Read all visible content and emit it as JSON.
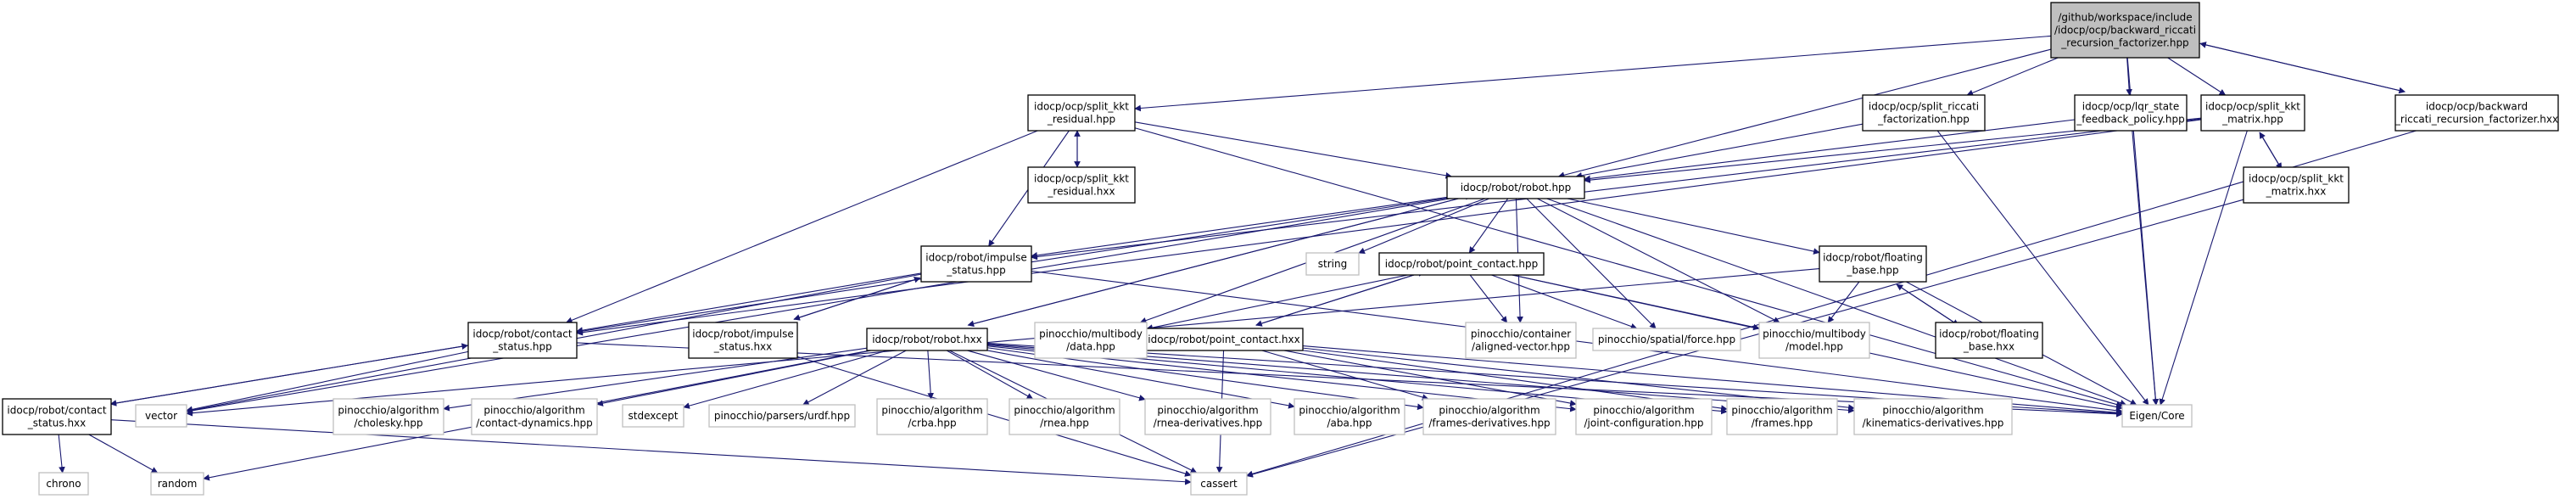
{
  "graph": {
    "edge_color": "#191970",
    "main_fill": "#bfbfbf",
    "external_border": "#bfbfbf",
    "nodes": [
      {
        "id": "main",
        "kind": "main",
        "lines": [
          "/github/workspace/include",
          "/idocp/ocp/backward_riccati",
          "_recursion_factorizer.hpp"
        ]
      },
      {
        "id": "split_kkt_residual_hpp",
        "kind": "normal",
        "lines": [
          "idocp/ocp/split_kkt",
          "_residual.hpp"
        ]
      },
      {
        "id": "split_kkt_residual_hxx",
        "kind": "normal",
        "lines": [
          "idocp/ocp/split_kkt",
          "_residual.hxx"
        ]
      },
      {
        "id": "split_riccati_factorization_hpp",
        "kind": "normal",
        "lines": [
          "idocp/ocp/split_riccati",
          "_factorization.hpp"
        ]
      },
      {
        "id": "lqr_state_feedback_policy_hpp",
        "kind": "normal",
        "lines": [
          "idocp/ocp/lqr_state",
          "_feedback_policy.hpp"
        ]
      },
      {
        "id": "split_kkt_matrix_hpp",
        "kind": "normal",
        "lines": [
          "idocp/ocp/split_kkt",
          "_matrix.hpp"
        ]
      },
      {
        "id": "split_kkt_matrix_hxx",
        "kind": "normal",
        "lines": [
          "idocp/ocp/split_kkt",
          "_matrix.hxx"
        ]
      },
      {
        "id": "backward_riccati_hxx",
        "kind": "normal",
        "lines": [
          "idocp/ocp/backward",
          "_riccati_recursion_factorizer.hxx"
        ]
      },
      {
        "id": "robot_hpp",
        "kind": "normal",
        "lines": [
          "idocp/robot/robot.hpp"
        ]
      },
      {
        "id": "impulse_status_hpp",
        "kind": "normal",
        "lines": [
          "idocp/robot/impulse",
          "_status.hpp"
        ]
      },
      {
        "id": "impulse_status_hxx",
        "kind": "normal",
        "lines": [
          "idocp/robot/impulse",
          "_status.hxx"
        ]
      },
      {
        "id": "contact_status_hpp",
        "kind": "normal",
        "lines": [
          "idocp/robot/contact",
          "_status.hpp"
        ]
      },
      {
        "id": "contact_status_hxx",
        "kind": "normal",
        "lines": [
          "idocp/robot/contact",
          "_status.hxx"
        ]
      },
      {
        "id": "robot_hxx",
        "kind": "normal",
        "lines": [
          "idocp/robot/robot.hxx"
        ]
      },
      {
        "id": "point_contact_hpp",
        "kind": "normal",
        "lines": [
          "idocp/robot/point_contact.hpp"
        ]
      },
      {
        "id": "point_contact_hxx",
        "kind": "normal",
        "lines": [
          "idocp/robot/point_contact.hxx"
        ]
      },
      {
        "id": "floating_base_hpp",
        "kind": "normal",
        "lines": [
          "idocp/robot/floating",
          "_base.hpp"
        ]
      },
      {
        "id": "floating_base_hxx",
        "kind": "normal",
        "lines": [
          "idocp/robot/floating",
          "_base.hxx"
        ]
      },
      {
        "id": "string",
        "kind": "external",
        "lines": [
          "string"
        ]
      },
      {
        "id": "multibody_data",
        "kind": "external",
        "lines": [
          "pinocchio/multibody",
          "/data.hpp"
        ]
      },
      {
        "id": "aligned_vector",
        "kind": "external",
        "lines": [
          "pinocchio/container",
          "/aligned-vector.hpp"
        ]
      },
      {
        "id": "spatial_force",
        "kind": "external",
        "lines": [
          "pinocchio/spatial/force.hpp"
        ]
      },
      {
        "id": "multibody_model",
        "kind": "external",
        "lines": [
          "pinocchio/multibody",
          "/model.hpp"
        ]
      },
      {
        "id": "vector",
        "kind": "external",
        "lines": [
          "vector"
        ]
      },
      {
        "id": "cholesky",
        "kind": "external",
        "lines": [
          "pinocchio/algorithm",
          "/cholesky.hpp"
        ]
      },
      {
        "id": "contact_dynamics",
        "kind": "external",
        "lines": [
          "pinocchio/algorithm",
          "/contact-dynamics.hpp"
        ]
      },
      {
        "id": "stdexcept",
        "kind": "external",
        "lines": [
          "stdexcept"
        ]
      },
      {
        "id": "urdf",
        "kind": "external",
        "lines": [
          "pinocchio/parsers/urdf.hpp"
        ]
      },
      {
        "id": "crba",
        "kind": "external",
        "lines": [
          "pinocchio/algorithm",
          "/crba.hpp"
        ]
      },
      {
        "id": "rnea",
        "kind": "external",
        "lines": [
          "pinocchio/algorithm",
          "/rnea.hpp"
        ]
      },
      {
        "id": "rnea_derivatives",
        "kind": "external",
        "lines": [
          "pinocchio/algorithm",
          "/rnea-derivatives.hpp"
        ]
      },
      {
        "id": "aba",
        "kind": "external",
        "lines": [
          "pinocchio/algorithm",
          "/aba.hpp"
        ]
      },
      {
        "id": "frames_derivatives",
        "kind": "external",
        "lines": [
          "pinocchio/algorithm",
          "/frames-derivatives.hpp"
        ]
      },
      {
        "id": "joint_configuration",
        "kind": "external",
        "lines": [
          "pinocchio/algorithm",
          "/joint-configuration.hpp"
        ]
      },
      {
        "id": "frames",
        "kind": "external",
        "lines": [
          "pinocchio/algorithm",
          "/frames.hpp"
        ]
      },
      {
        "id": "kinematics_derivatives",
        "kind": "external",
        "lines": [
          "pinocchio/algorithm",
          "/kinematics-derivatives.hpp"
        ]
      },
      {
        "id": "eigen_core",
        "kind": "external",
        "lines": [
          "Eigen/Core"
        ]
      },
      {
        "id": "chrono",
        "kind": "external",
        "lines": [
          "chrono"
        ]
      },
      {
        "id": "random",
        "kind": "external",
        "lines": [
          "random"
        ]
      },
      {
        "id": "cassert",
        "kind": "external",
        "lines": [
          "cassert"
        ]
      }
    ],
    "edges": [
      [
        "main",
        "split_kkt_residual_hpp"
      ],
      [
        "main",
        "robot_hpp"
      ],
      [
        "main",
        "split_riccati_factorization_hpp"
      ],
      [
        "main",
        "lqr_state_feedback_policy_hpp"
      ],
      [
        "main",
        "split_kkt_matrix_hpp"
      ],
      [
        "main",
        "eigen_core"
      ],
      [
        "main",
        "backward_riccati_hxx"
      ],
      [
        "backward_riccati_hxx",
        "main"
      ],
      [
        "backward_riccati_hxx",
        "cassert"
      ],
      [
        "split_kkt_residual_hpp",
        "split_kkt_residual_hxx"
      ],
      [
        "split_kkt_residual_hxx",
        "split_kkt_residual_hpp"
      ],
      [
        "split_kkt_residual_hpp",
        "robot_hpp"
      ],
      [
        "split_kkt_residual_hpp",
        "impulse_status_hpp"
      ],
      [
        "split_kkt_residual_hpp",
        "contact_status_hpp"
      ],
      [
        "split_kkt_residual_hpp",
        "eigen_core"
      ],
      [
        "split_riccati_factorization_hpp",
        "robot_hpp"
      ],
      [
        "split_riccati_factorization_hpp",
        "eigen_core"
      ],
      [
        "lqr_state_feedback_policy_hpp",
        "robot_hpp"
      ],
      [
        "lqr_state_feedback_policy_hpp",
        "eigen_core"
      ],
      [
        "split_kkt_matrix_hpp",
        "robot_hpp"
      ],
      [
        "split_kkt_matrix_hpp",
        "split_kkt_matrix_hxx"
      ],
      [
        "split_kkt_matrix_hxx",
        "split_kkt_matrix_hpp"
      ],
      [
        "split_kkt_matrix_hpp",
        "eigen_core"
      ],
      [
        "split_kkt_matrix_hpp",
        "impulse_status_hpp"
      ],
      [
        "split_kkt_matrix_hpp",
        "contact_status_hpp"
      ],
      [
        "split_kkt_matrix_hxx",
        "cassert"
      ],
      [
        "robot_hpp",
        "string"
      ],
      [
        "robot_hpp",
        "multibody_data"
      ],
      [
        "robot_hpp",
        "aligned_vector"
      ],
      [
        "robot_hpp",
        "spatial_force"
      ],
      [
        "robot_hpp",
        "multibody_model"
      ],
      [
        "robot_hpp",
        "point_contact_hpp"
      ],
      [
        "robot_hpp",
        "floating_base_hpp"
      ],
      [
        "robot_hpp",
        "impulse_status_hpp"
      ],
      [
        "robot_hpp",
        "contact_status_hpp"
      ],
      [
        "robot_hpp",
        "robot_hxx"
      ],
      [
        "robot_hxx",
        "robot_hpp"
      ],
      [
        "robot_hpp",
        "eigen_core"
      ],
      [
        "robot_hpp",
        "vector"
      ],
      [
        "impulse_status_hpp",
        "impulse_status_hxx"
      ],
      [
        "impulse_status_hxx",
        "impulse_status_hpp"
      ],
      [
        "impulse_status_hpp",
        "vector"
      ],
      [
        "impulse_status_hpp",
        "eigen_core"
      ],
      [
        "impulse_status_hpp",
        "contact_status_hpp"
      ],
      [
        "impulse_status_hxx",
        "cassert"
      ],
      [
        "contact_status_hpp",
        "contact_status_hxx"
      ],
      [
        "contact_status_hxx",
        "contact_status_hpp"
      ],
      [
        "contact_status_hpp",
        "vector"
      ],
      [
        "contact_status_hpp",
        "eigen_core"
      ],
      [
        "contact_status_hxx",
        "chrono"
      ],
      [
        "contact_status_hxx",
        "random"
      ],
      [
        "contact_status_hxx",
        "cassert"
      ],
      [
        "point_contact_hpp",
        "point_contact_hxx"
      ],
      [
        "point_contact_hxx",
        "point_contact_hpp"
      ],
      [
        "point_contact_hpp",
        "aligned_vector"
      ],
      [
        "point_contact_hpp",
        "spatial_force"
      ],
      [
        "point_contact_hpp",
        "multibody_model"
      ],
      [
        "point_contact_hpp",
        "multibody_data"
      ],
      [
        "point_contact_hpp",
        "eigen_core"
      ],
      [
        "point_contact_hxx",
        "frames_derivatives"
      ],
      [
        "point_contact_hxx",
        "joint_configuration"
      ],
      [
        "point_contact_hxx",
        "frames"
      ],
      [
        "point_contact_hxx",
        "kinematics_derivatives"
      ],
      [
        "point_contact_hxx",
        "eigen_core"
      ],
      [
        "point_contact_hxx",
        "cassert"
      ],
      [
        "floating_base_hpp",
        "floating_base_hxx"
      ],
      [
        "floating_base_hxx",
        "floating_base_hpp"
      ],
      [
        "floating_base_hpp",
        "multibody_model"
      ],
      [
        "floating_base_hpp",
        "eigen_core"
      ],
      [
        "floating_base_hpp",
        "vector"
      ],
      [
        "robot_hxx",
        "cholesky"
      ],
      [
        "robot_hxx",
        "contact_dynamics"
      ],
      [
        "robot_hxx",
        "stdexcept"
      ],
      [
        "robot_hxx",
        "urdf"
      ],
      [
        "robot_hxx",
        "crba"
      ],
      [
        "robot_hxx",
        "rnea"
      ],
      [
        "robot_hxx",
        "rnea_derivatives"
      ],
      [
        "robot_hxx",
        "aba"
      ],
      [
        "robot_hxx",
        "frames_derivatives"
      ],
      [
        "robot_hxx",
        "joint_configuration"
      ],
      [
        "robot_hxx",
        "frames"
      ],
      [
        "robot_hxx",
        "kinematics_derivatives"
      ],
      [
        "robot_hxx",
        "cassert"
      ],
      [
        "robot_hxx",
        "random"
      ],
      [
        "robot_hxx",
        "eigen_core"
      ]
    ]
  }
}
